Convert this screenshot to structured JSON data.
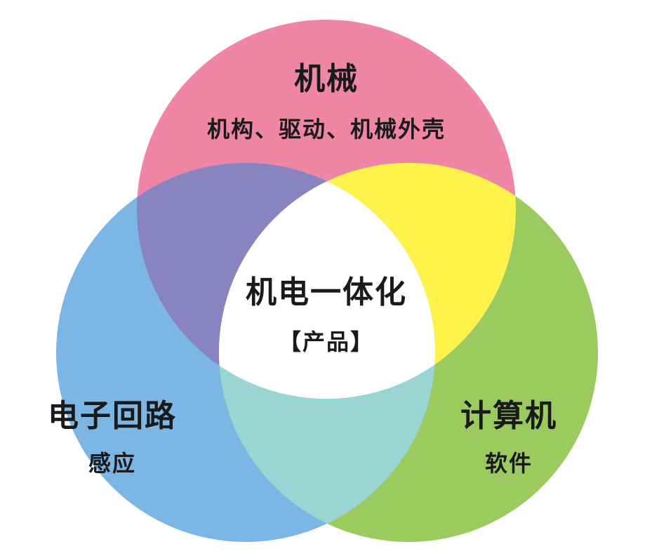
{
  "colors": {
    "mechanical": "#F086A6",
    "electronic": "#7CB6E4",
    "computer": "#9BCB5F",
    "mech_elec": "#8984BF",
    "mech_comp": "#FFF24B",
    "elec_comp": "#99D5D2",
    "center": "#FFFFFF"
  },
  "mechanical": {
    "title": "机械",
    "subtitle": "机构、驱动、机械外壳"
  },
  "center": {
    "title": "机电一体化",
    "subtitle": "【产品】"
  },
  "electronic": {
    "title": "电子回路",
    "subtitle": "感应"
  },
  "computer": {
    "title": "计算机",
    "subtitle": "软件"
  }
}
